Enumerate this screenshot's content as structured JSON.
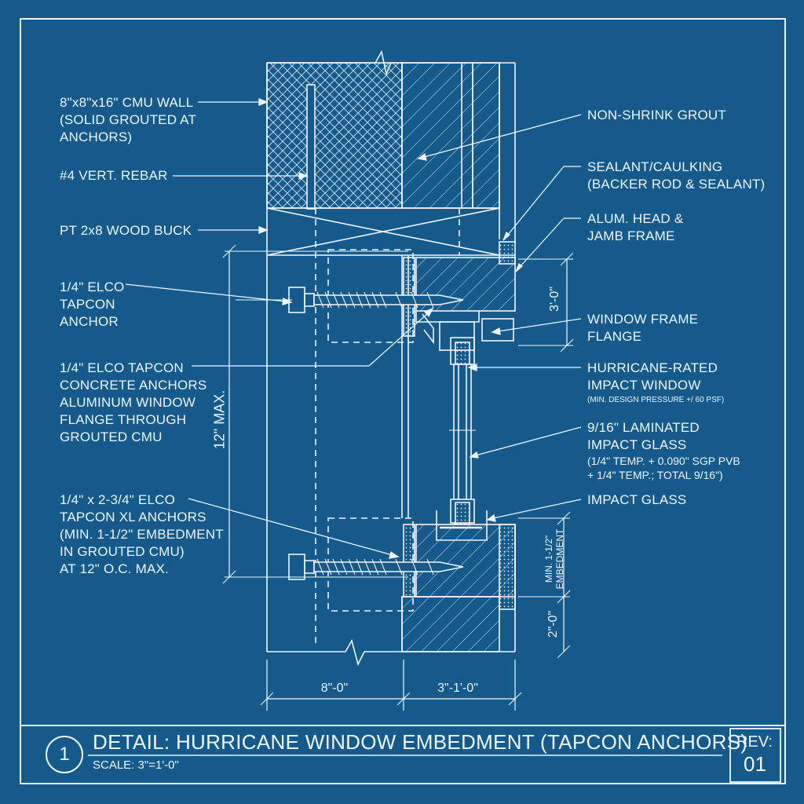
{
  "labels": {
    "cmu_wall": "8\"x8\"x16\" CMU WALL\n(SOLID GROUTED AT\nANCHORS)",
    "vert_rebar": "#4 VERT. REBAR",
    "wood_buck": "PT 2x8 WOOD BUCK",
    "tapcon_anchor": "1/4\" ELCO\nTAPCON\nANCHOR",
    "concrete_anchors": "1/4\" ELCO TAPCON\nCONCRETE ANCHORS\nALUMINUM WINDOW\nFLANGE THROUGH\nGROUTED CMU",
    "xl_anchors": "1/4\" x 2-3/4\" ELCO\nTAPCON XL ANCHORS\n(MIN. 1-1/2\" EMBEDMENT\nIN GROUTED CMU)\nAT 12\" O.C. MAX.",
    "grout": "NON-SHRINK GROUT",
    "sealant": "SEALANT/CAULKING\n(BACKER ROD & SEALANT)",
    "alum_frame": "ALUM. HEAD &\nJAMB FRAME",
    "frame_flange": "WINDOW FRAME\nFLANGE",
    "impact_window": "HURRICANE-RATED\nIMPACT WINDOW",
    "impact_window_note": "(MIN. DESIGN PRESSURE +/ 60 PSF)",
    "laminated_glass": "9/16\" LAMINATED\nIMPACT GLASS",
    "laminated_glass_note": "(1/4\" TEMP. + 0.090\" SGP PVB\n+ 1/4\" TEMP.; TOTAL 9/16\")",
    "impact_glass": "IMPACT GLASS"
  },
  "dimensions": {
    "max_spacing": "12\" MAX.",
    "head_height": "3'-0\"",
    "min_embedment": "MIN. 1-1/2\"\nEMBEDMENT",
    "sill_height": "2\"-0\"",
    "bottom_left": "8\"-0\"",
    "bottom_right": "3\"-1'-0\""
  },
  "title_block": {
    "detail_number": "1",
    "title": "DETAIL: HURRICANE WINDOW EMBEDMENT (TAPCON ANCHORS)",
    "scale": "SCALE: 3\"=1'-0\"",
    "rev_label": "REV:",
    "rev_value": "01"
  },
  "colors": {
    "background": "#155a8a",
    "linework": "#eef6ff"
  }
}
